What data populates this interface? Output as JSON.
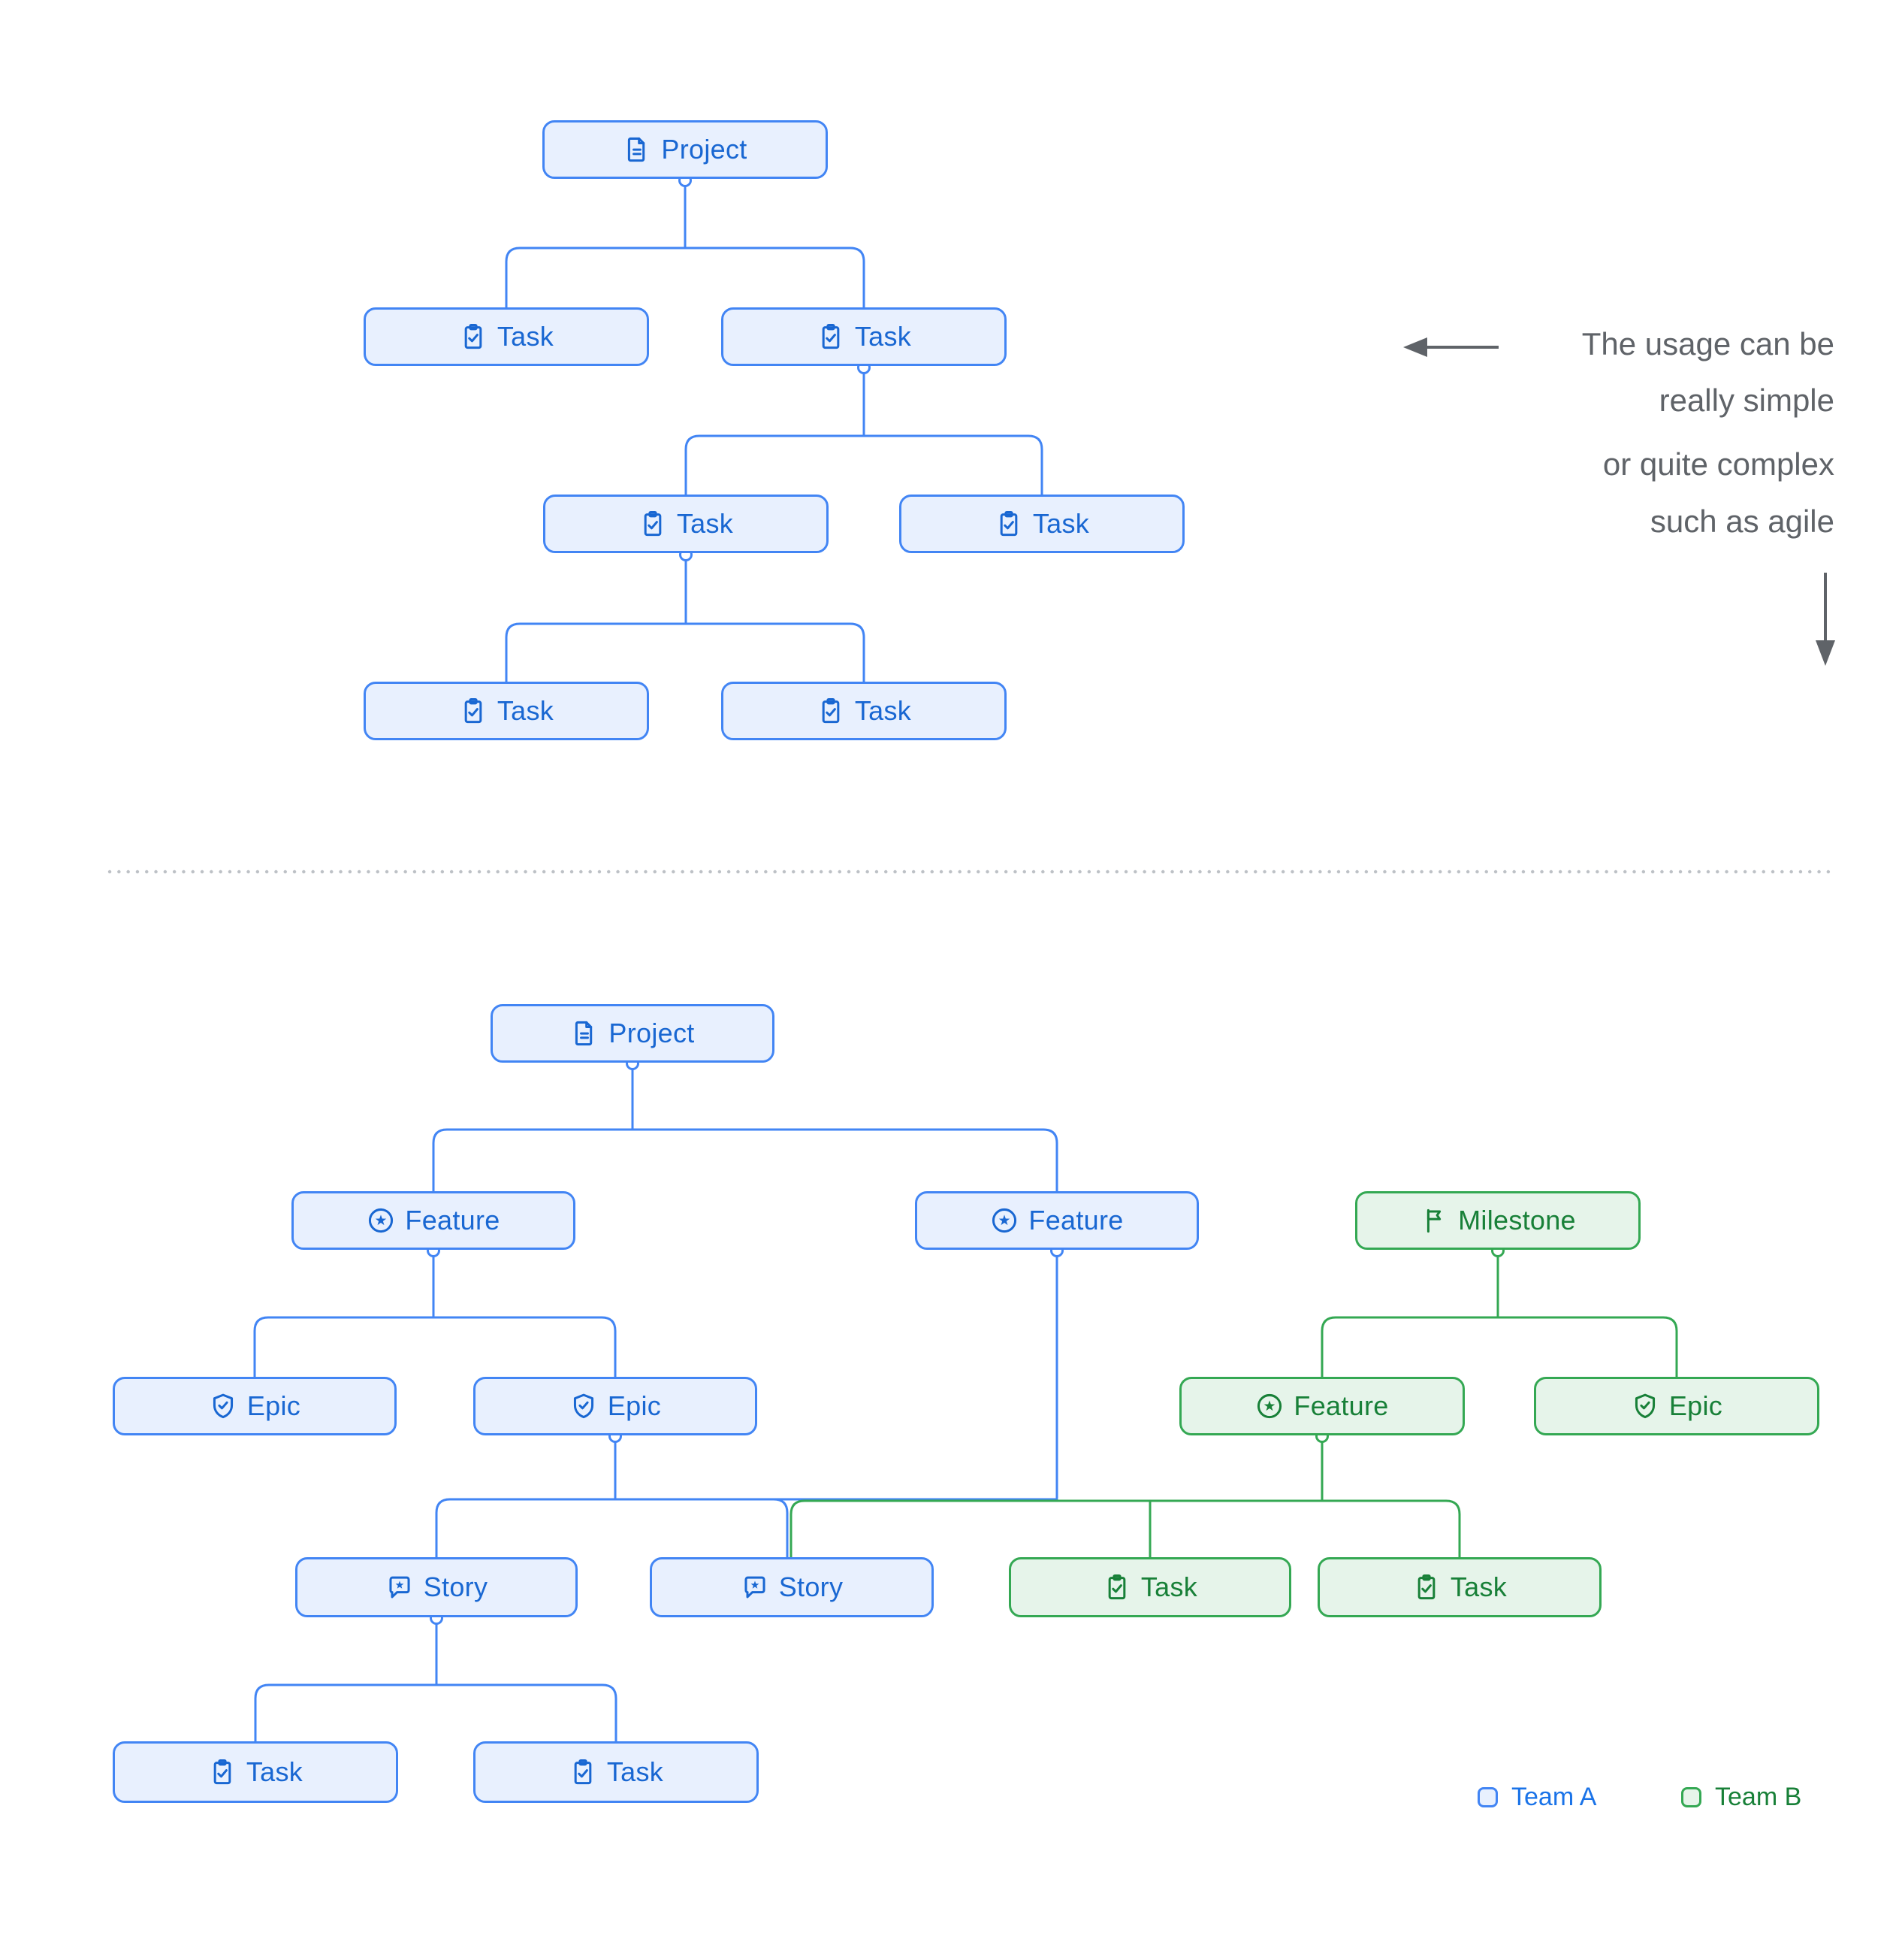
{
  "page": {
    "background": "#FFFFFF"
  },
  "teams": {
    "A": {
      "name": "Team A",
      "border": "#4285F4",
      "fill": "#E8F0FE",
      "text": "#1967D2"
    },
    "B": {
      "name": "Team B",
      "border": "#34A853",
      "fill": "#E6F4EA",
      "text": "#188038"
    }
  },
  "annotation": {
    "lines": [
      "The usage can be",
      "really simple",
      "or quite complex",
      "such as agile"
    ],
    "color": "#5F6368",
    "left_arrow_icon": "left-arrow-icon",
    "down_arrow_icon": "down-arrow-icon"
  },
  "divider": {
    "style": "dotted",
    "color": "#BDC1C6"
  },
  "legend": {
    "items": [
      {
        "label": "Team A",
        "border": "#4285F4",
        "fill": "#E8F0FE",
        "text_color": "#1A73E8"
      },
      {
        "label": "Team B",
        "border": "#34A853",
        "fill": "#E6F4EA",
        "text_color": "#188038"
      }
    ]
  },
  "diagram": {
    "simple_tree": {
      "nodes": [
        {
          "id": "s-project",
          "label": "Project",
          "icon": "document-icon",
          "team": "A"
        },
        {
          "id": "s-task-1",
          "label": "Task",
          "icon": "task-icon",
          "team": "A"
        },
        {
          "id": "s-task-2",
          "label": "Task",
          "icon": "task-icon",
          "team": "A"
        },
        {
          "id": "s-task-3",
          "label": "Task",
          "icon": "task-icon",
          "team": "A"
        },
        {
          "id": "s-task-4",
          "label": "Task",
          "icon": "task-icon",
          "team": "A"
        },
        {
          "id": "s-task-5",
          "label": "Task",
          "icon": "task-icon",
          "team": "A"
        },
        {
          "id": "s-task-6",
          "label": "Task",
          "icon": "task-icon",
          "team": "A"
        }
      ]
    },
    "complex_tree": {
      "nodes": [
        {
          "id": "c-project",
          "label": "Project",
          "icon": "document-icon",
          "team": "A"
        },
        {
          "id": "c-feature-1",
          "label": "Feature",
          "icon": "feature-icon",
          "team": "A"
        },
        {
          "id": "c-feature-2",
          "label": "Feature",
          "icon": "feature-icon",
          "team": "A"
        },
        {
          "id": "c-milestone",
          "label": "Milestone",
          "icon": "milestone-icon",
          "team": "B"
        },
        {
          "id": "c-epic-1",
          "label": "Epic",
          "icon": "epic-icon",
          "team": "A"
        },
        {
          "id": "c-epic-2",
          "label": "Epic",
          "icon": "epic-icon",
          "team": "A"
        },
        {
          "id": "c-feature-3",
          "label": "Feature",
          "icon": "feature-icon",
          "team": "B"
        },
        {
          "id": "c-epic-3",
          "label": "Epic",
          "icon": "epic-icon",
          "team": "B"
        },
        {
          "id": "c-story-1",
          "label": "Story",
          "icon": "story-icon",
          "team": "A"
        },
        {
          "id": "c-story-2",
          "label": "Story",
          "icon": "story-icon",
          "team": "A"
        },
        {
          "id": "c-task-g1",
          "label": "Task",
          "icon": "task-icon",
          "team": "B"
        },
        {
          "id": "c-task-g2",
          "label": "Task",
          "icon": "task-icon",
          "team": "B"
        },
        {
          "id": "c-task-b1",
          "label": "Task",
          "icon": "task-icon",
          "team": "A"
        },
        {
          "id": "c-task-b2",
          "label": "Task",
          "icon": "task-icon",
          "team": "A"
        }
      ]
    }
  }
}
